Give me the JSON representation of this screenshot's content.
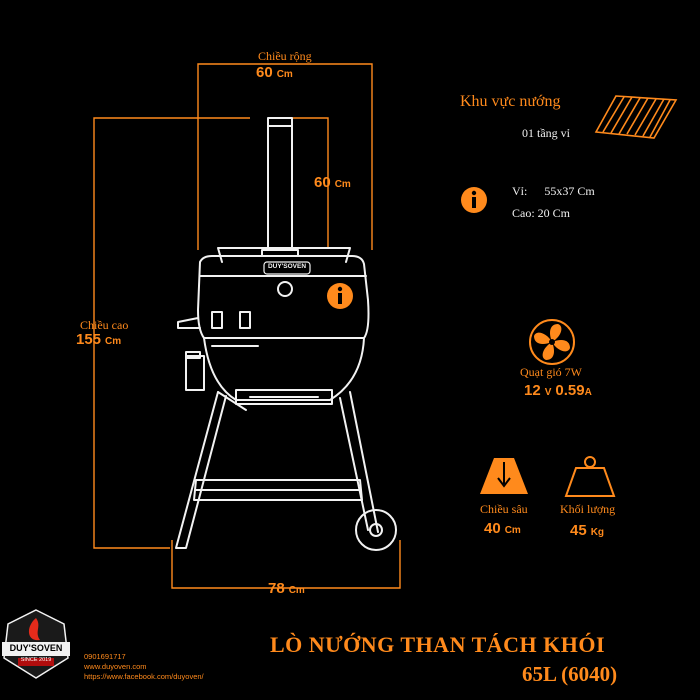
{
  "dimensions": {
    "width_label": "Chiều rộng",
    "width_value": "60",
    "width_unit": "Cm",
    "chimney_value": "60",
    "chimney_unit": "Cm",
    "height_label": "Chiều cao",
    "height_value": "155",
    "height_unit": "Cm",
    "base_value": "78",
    "base_unit": "Cm"
  },
  "grill_area": {
    "title": "Khu vực nướng",
    "tiers": "01 tầng vỉ",
    "vi_label": "Vỉ:",
    "vi_value": "55x37 Cm",
    "height_text": "Cao: 20 Cm"
  },
  "fan": {
    "label": "Quạt gió 7W",
    "volt_value": "12",
    "volt_unit": "V",
    "amp_value": "0.59",
    "amp_unit": "A"
  },
  "depth": {
    "label": "Chiều sâu",
    "value": "40",
    "unit": "Cm"
  },
  "weight": {
    "label": "Khối lượng",
    "value": "45",
    "unit": "Kg"
  },
  "product": {
    "title": "LÒ NƯỚNG THAN TÁCH KHÓI",
    "model": "65L (6040)"
  },
  "contact": {
    "phone": "0901691717",
    "website": "www.duyoven.com",
    "facebook": "https://www.facebook.com/duyoven/"
  },
  "logo": {
    "brand": "DUY'SOVEN",
    "tagline": "SINCE 2019"
  },
  "oven_badge": "DUY'SOVEN",
  "colors": {
    "accent": "#ff8a1c",
    "background": "#000000",
    "line": "#f2f2f2"
  },
  "icons": [
    "info-icon",
    "grill-rack-icon",
    "fan-icon",
    "depth-icon",
    "weight-icon",
    "logo-icon"
  ]
}
